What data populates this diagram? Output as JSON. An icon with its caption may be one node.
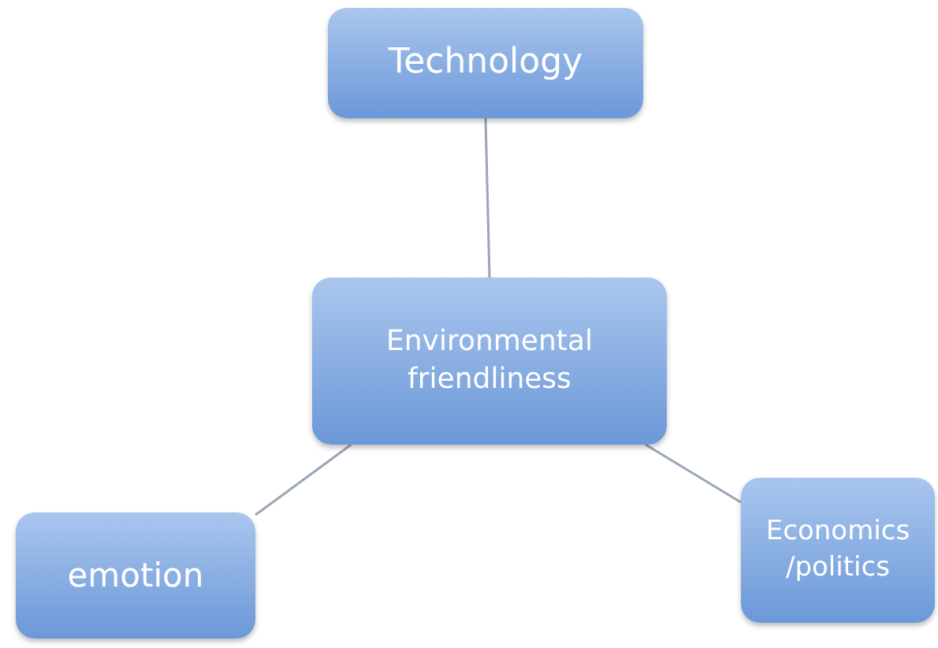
{
  "diagram": {
    "nodes": [
      {
        "text": [
          "Technology"
        ]
      },
      {
        "text": [
          "Environmental friendliness"
        ]
      },
      {
        "text": [
          "emotion"
        ]
      },
      {
        "text": [
          "Economics /politics"
        ]
      }
    ],
    "edges": [
      {
        "from": 0,
        "to": 1,
        "arrow": "none"
      },
      {
        "from": 1,
        "to": 2,
        "arrow": "none"
      },
      {
        "from": 1,
        "to": 3,
        "arrow": "none"
      }
    ]
  }
}
